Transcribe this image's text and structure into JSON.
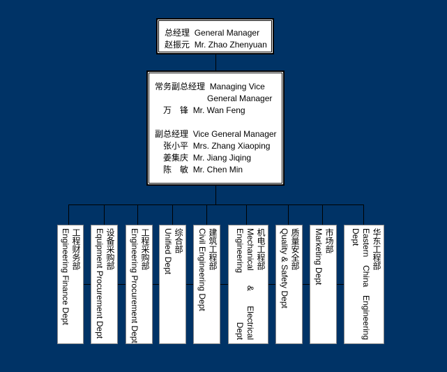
{
  "general_manager": {
    "title_cn": "总经理",
    "title_en": "General Manager",
    "name_cn": "赵振元",
    "name_en": "Mr. Zhao Zhenyuan"
  },
  "vice": {
    "managing_title_cn": "常务副总经理",
    "managing_title_en_1": "Managing Vice",
    "managing_title_en_2": "General Manager",
    "managing_name_cn": "万　锋",
    "managing_name_en": "Mr. Wan Feng",
    "vgm_title_cn": "副总经理",
    "vgm_title_en": "Vice General Manager",
    "vgms": [
      {
        "cn": "张小平",
        "en": "Mrs. Zhang Xiaoping"
      },
      {
        "cn": "姜集庆",
        "en": "Mr. Jiang Jiqing"
      },
      {
        "cn": "陈　敏",
        "en": "Mr. Chen Min"
      }
    ]
  },
  "departments": [
    {
      "cn": "工程财务部",
      "en": "Engineering Finance Dept"
    },
    {
      "cn": "设备采购部",
      "en": "Equipment Procurement Dept"
    },
    {
      "cn": "工程采购部",
      "en": "Engineering Procurement Dept"
    },
    {
      "cn": "综合部",
      "en": "Unified Dept"
    },
    {
      "cn": "建筑工程部",
      "en": "Civil Engineering Dept"
    },
    {
      "cn": "机电工程部",
      "en": "Mechanical & Electrical Engineering Dept"
    },
    {
      "cn": "质量安全部",
      "en": "Quality & Safety Dept"
    },
    {
      "cn": "市场部",
      "en": "Marketing Dept"
    },
    {
      "cn": "华东工程部",
      "en": "Eastern China Engineering Dept"
    }
  ],
  "colors": {
    "background": "#003366",
    "box": "#ffffff",
    "line": "#000000"
  }
}
